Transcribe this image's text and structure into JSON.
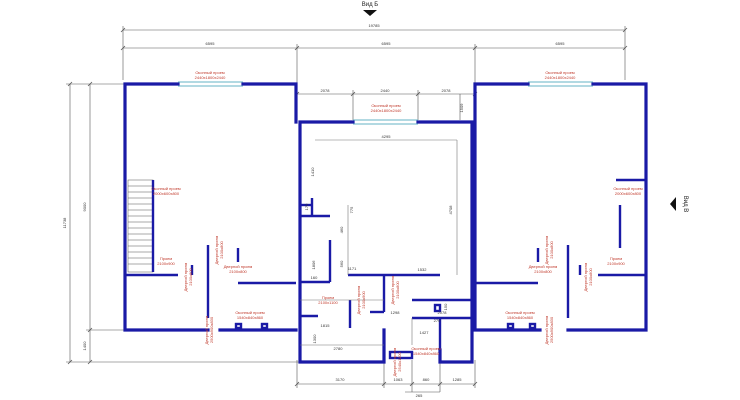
{
  "view_markers": {
    "top": "Вид Б",
    "right": "Вид В"
  },
  "dimensions": {
    "overall_width": "19785",
    "left_wing": "6595",
    "center_wing": "6595",
    "right_wing": "6595",
    "left_height_total": "11738",
    "left_height_main": "9000",
    "left_height_lower": "1400",
    "top_left_offset": "2078",
    "top_mid": "2440",
    "top_right_offset": "2078",
    "top_small": "1509",
    "inner_width": "4295",
    "dim_1410": "1410",
    "dim_170": "170",
    "dim_775": "775",
    "dim_4708": "4708",
    "dim_460": "460",
    "dim_1806": "1806",
    "dim_560": "560",
    "dim_1171": "1171",
    "dim_1532": "1532",
    "dim_160": "160",
    "dim_1815": "1815",
    "dim_1298": "1298",
    "dim_2078": "2078",
    "dim_150": "150",
    "dim_1427": "1427",
    "dim_270": "270",
    "dim_2780": "2780",
    "dim_1300": "1300",
    "bottom_3170": "3170",
    "bottom_1063": "1063",
    "bottom_860": "860",
    "bottom_1285": "1285",
    "bottom_265": "265"
  },
  "labels": {
    "window_top_left": [
      "Оконный проем",
      "2440x1800x2440"
    ],
    "window_top_right": [
      "Оконный проем",
      "2440x1800x2440"
    ],
    "window_center": [
      "Оконный проем",
      "2440x1800x2440"
    ],
    "window_left_stair": [
      "Оконный проем",
      "2000x600x800"
    ],
    "door_left_1": [
      "Проем",
      "2100x900"
    ],
    "door_left_2": [
      "Дверной проем",
      "2100x800"
    ],
    "door_left_3": [
      "Дверной проем",
      "2100x800"
    ],
    "door_left_4": [
      "Дверной проем",
      "2100x800"
    ],
    "window_left_bottom": [
      "Оконный проем",
      "1540x840x860"
    ],
    "door_left_bottom": [
      "Дверной проем",
      "2500x900x830"
    ],
    "door_center_1": [
      "Проем",
      "2100x1100"
    ],
    "door_center_2": [
      "Дверной проем",
      "2100x900"
    ],
    "door_center_3": [
      "Дверной проем",
      "2100x800"
    ],
    "window_center_bottom": [
      "Оконный проем",
      "1540x840x860"
    ],
    "door_center_bottom": [
      "Дверной проем",
      "2540x1100"
    ],
    "door_right_1": [
      "Дверной проем",
      "2100x800"
    ],
    "door_right_2": [
      "Дверной проем",
      "2100x800"
    ],
    "door_right_3": [
      "Проем",
      "2100x900"
    ],
    "window_right_stair": [
      "Оконный проем",
      "2000x600x800"
    ],
    "door_right_4": [
      "Дверной проем",
      "2100x800"
    ],
    "window_right_bottom": [
      "Оконный проем",
      "1540x840x860"
    ],
    "door_right_bottom": [
      "Дверной проем",
      "2500x900x830"
    ]
  }
}
